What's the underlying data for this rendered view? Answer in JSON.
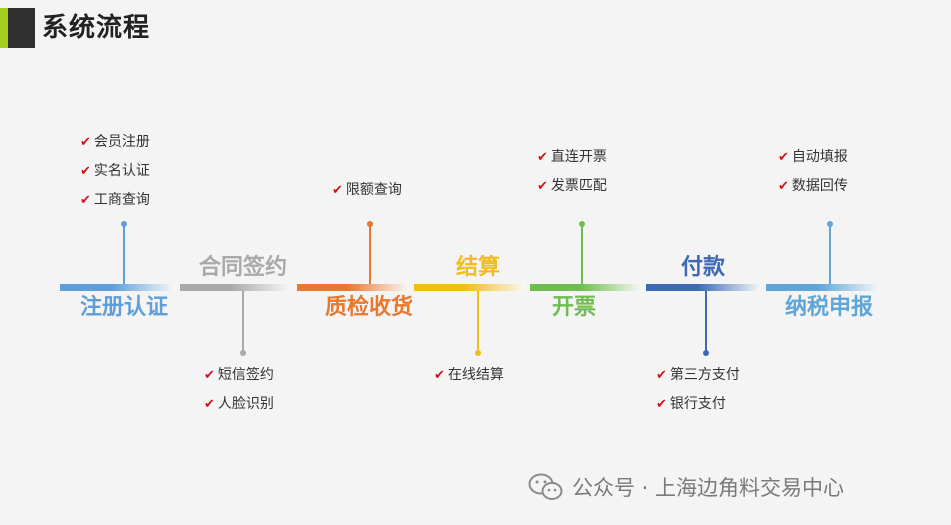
{
  "page_title": "系统流程",
  "steps": [
    {
      "label": "注册认证",
      "color": "#5f9ed8",
      "subitems": [
        "会员注册",
        "实名认证",
        "工商查询"
      ]
    },
    {
      "label": "合同签约",
      "color": "#a9a9a9",
      "subitems": [
        "短信签约",
        "人脸识别"
      ]
    },
    {
      "label": "质检收货",
      "color": "#e8782e",
      "subitems": [
        "限额查询"
      ]
    },
    {
      "label": "结算",
      "color": "#f1bd1a",
      "subitems": [
        "在线结算"
      ]
    },
    {
      "label": "开票",
      "color": "#6fbd50",
      "subitems": [
        "直连开票",
        "发票匹配"
      ]
    },
    {
      "label": "付款",
      "color": "#3d69b5",
      "subitems": [
        "第三方支付",
        "银行支付"
      ]
    },
    {
      "label": "纳税申报",
      "color": "#5fa5d8",
      "subitems": [
        "自动填报",
        "数据回传"
      ]
    }
  ],
  "footer": {
    "icon": "wechat-icon",
    "text": "公众号 · 上海边角料交易中心"
  }
}
